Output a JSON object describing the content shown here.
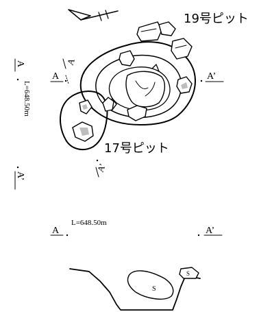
{
  "plan": {
    "pit_19_label": "19号ピット",
    "pit_17_label": "17号ピット",
    "section_start": "A",
    "section_end": "A’",
    "level_vertical": "L=648.50m"
  },
  "section": {
    "level": "L=648.50m",
    "start": "A",
    "end": "A’",
    "stone_large": "S",
    "stone_small": "S"
  }
}
